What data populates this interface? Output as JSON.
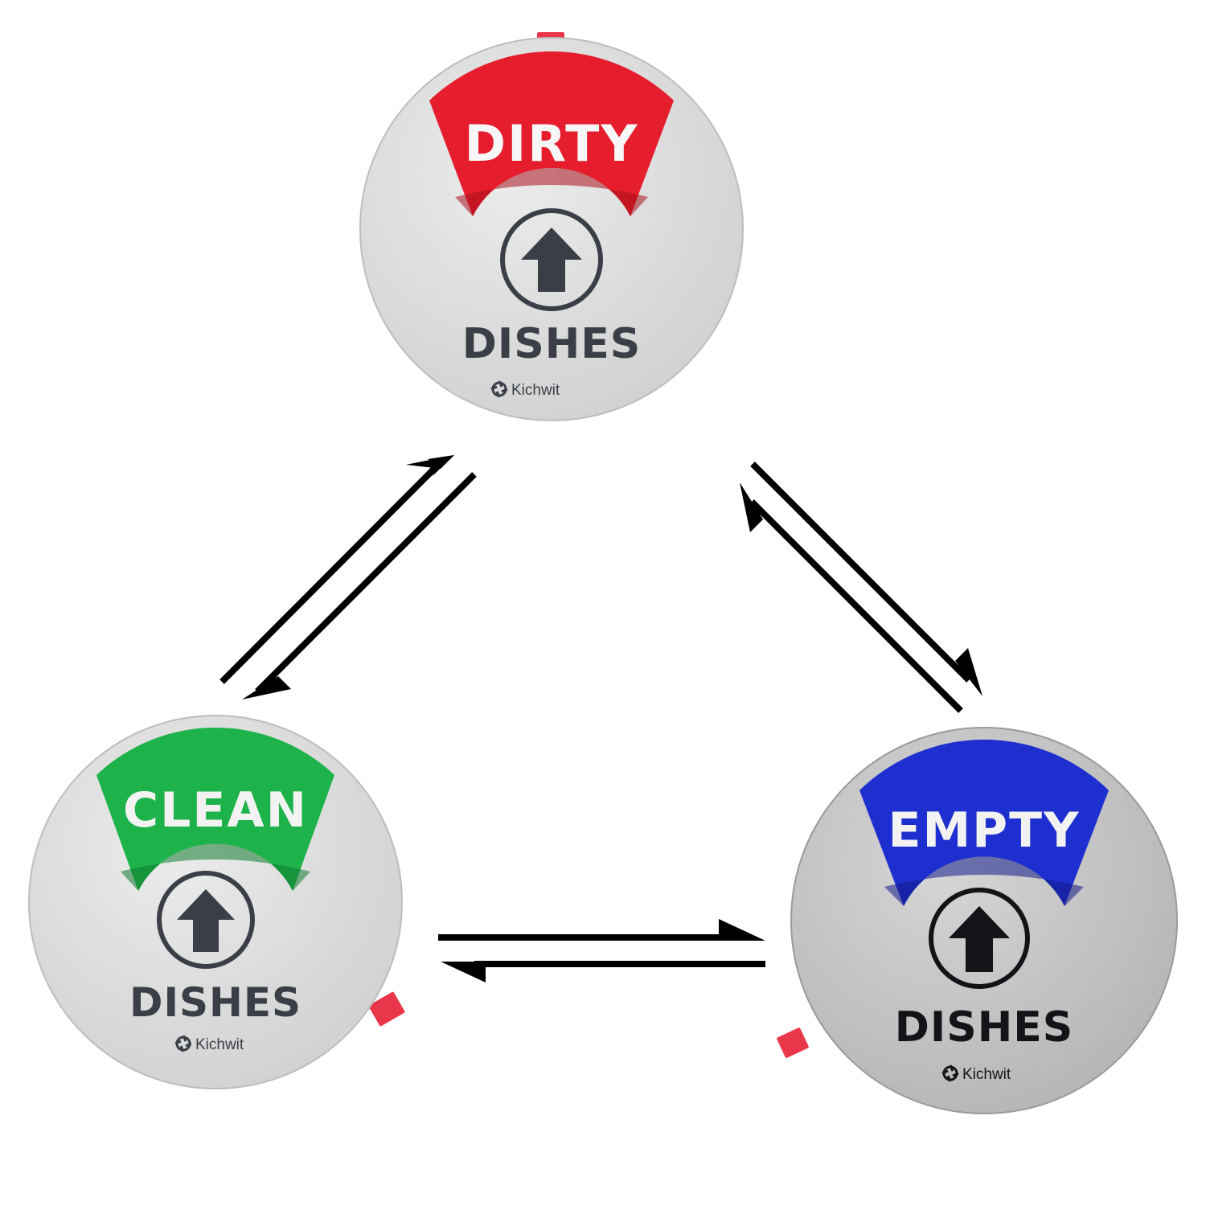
{
  "magnets": [
    {
      "id": "dirty",
      "status_label": "DIRTY",
      "dishes_label": "DISHES",
      "brand": "Kichwit",
      "window_color": "#e51d2c",
      "window_color_dark": "#a8101c",
      "text_color": "#3a3f47",
      "face_color": "#dcdcdc",
      "tab_color": "#e8364a"
    },
    {
      "id": "clean",
      "status_label": "CLEAN",
      "dishes_label": "DISHES",
      "brand": "Kichwit",
      "window_color": "#1db34a",
      "window_color_dark": "#0f7a30",
      "text_color": "#3a3f47",
      "face_color": "#dcdcdc",
      "tab_color": "#e8364a"
    },
    {
      "id": "empty",
      "status_label": "EMPTY",
      "dishes_label": "DISHES",
      "brand": "Kichwit",
      "window_color": "#1e2fcf",
      "window_color_dark": "#121b8a",
      "text_color": "#121418",
      "face_color": "#c8c8c8",
      "tab_color": "#e8364a"
    }
  ],
  "icons": {
    "arrow": "up-arrow-in-circle-icon",
    "brand_logo": "pinwheel-logo-icon",
    "transition": "double-arrow-icon"
  },
  "transitions": [
    {
      "from": "clean",
      "to": "dirty"
    },
    {
      "from": "dirty",
      "to": "clean"
    },
    {
      "from": "dirty",
      "to": "empty"
    },
    {
      "from": "empty",
      "to": "dirty"
    },
    {
      "from": "clean",
      "to": "empty"
    },
    {
      "from": "empty",
      "to": "clean"
    }
  ],
  "colors": {
    "background": "#ffffff",
    "arrow": "#000000"
  }
}
